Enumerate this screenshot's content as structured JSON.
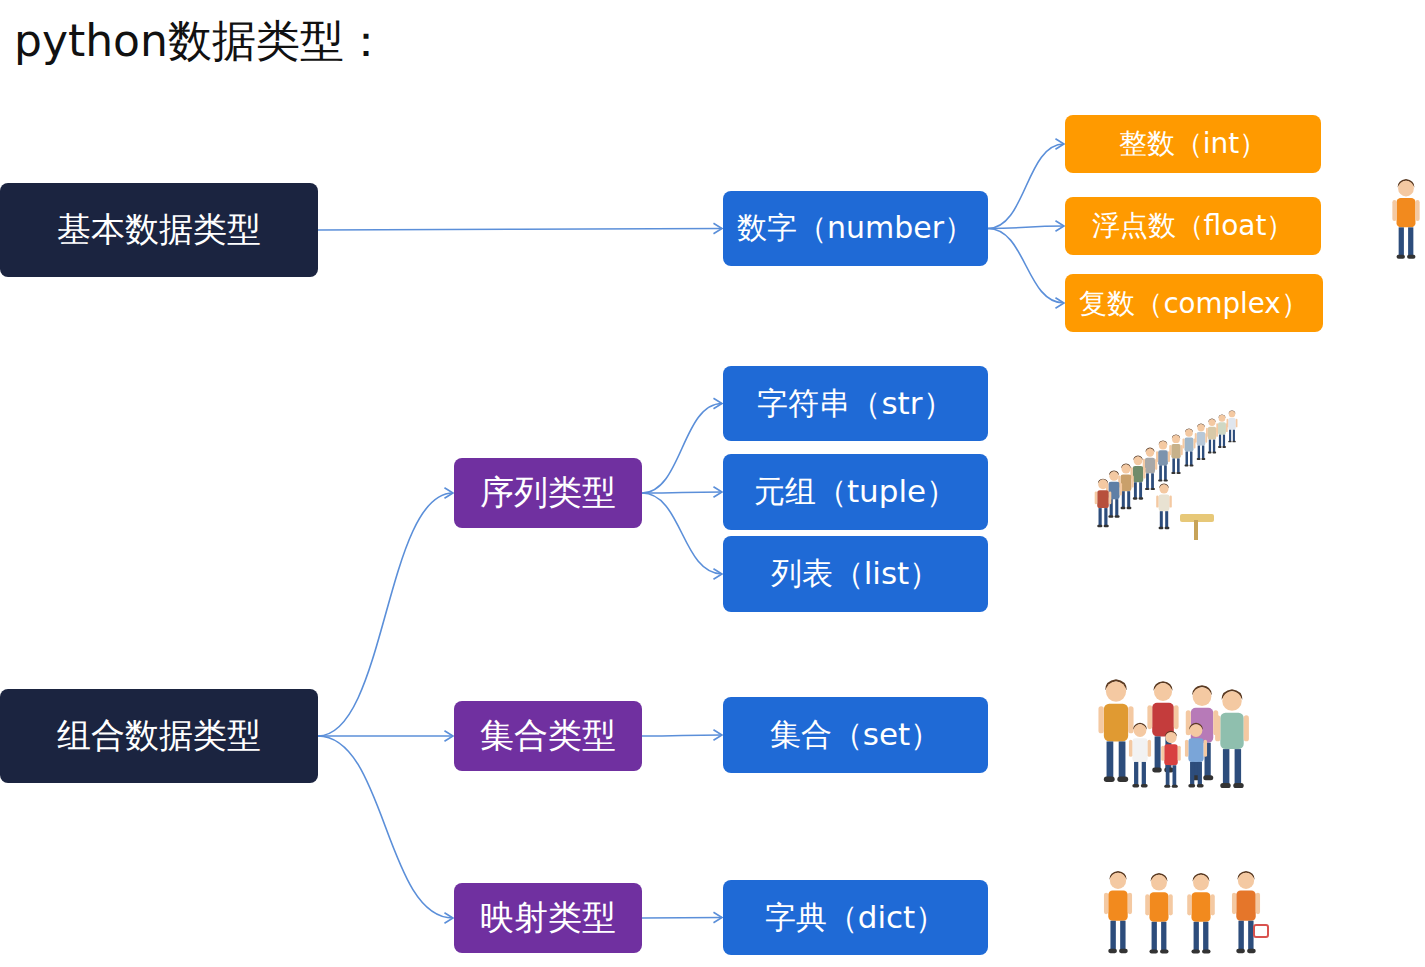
{
  "diagram": {
    "title": "python数据类型：",
    "nodes": [
      {
        "text": [
          "基本数据类型"
        ]
      },
      {
        "text": [
          "数字（number）"
        ]
      },
      {
        "text": [
          "整数（int）"
        ]
      },
      {
        "text": [
          "浮点数（float）"
        ]
      },
      {
        "text": [
          "复数（complex）"
        ]
      },
      {
        "text": [
          "序列类型"
        ]
      },
      {
        "text": [
          "字符串（str）"
        ]
      },
      {
        "text": [
          "元组（tuple）"
        ]
      },
      {
        "text": [
          "列表（list）"
        ]
      },
      {
        "text": [
          "组合数据类型"
        ]
      },
      {
        "text": [
          "集合类型"
        ]
      },
      {
        "text": [
          "集合（set）"
        ]
      },
      {
        "text": [
          "映射类型"
        ]
      },
      {
        "text": [
          "字典（dict）"
        ]
      }
    ],
    "edges": [
      {
        "from": 0,
        "to": 1,
        "arrow": "to"
      },
      {
        "from": 1,
        "to": 2,
        "arrow": "to"
      },
      {
        "from": 1,
        "to": 3,
        "arrow": "to"
      },
      {
        "from": 1,
        "to": 4,
        "arrow": "to"
      },
      {
        "from": 9,
        "to": 5,
        "arrow": "to"
      },
      {
        "from": 9,
        "to": 10,
        "arrow": "to"
      },
      {
        "from": 9,
        "to": 12,
        "arrow": "to"
      },
      {
        "from": 5,
        "to": 6,
        "arrow": "to"
      },
      {
        "from": 5,
        "to": 7,
        "arrow": "to"
      },
      {
        "from": 5,
        "to": 8,
        "arrow": "to"
      },
      {
        "from": 10,
        "to": 11,
        "arrow": "to"
      },
      {
        "from": 12,
        "to": 13,
        "arrow": "to"
      }
    ]
  }
}
